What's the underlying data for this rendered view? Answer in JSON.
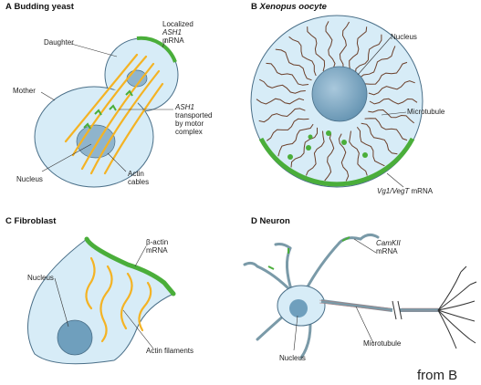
{
  "panels": {
    "a": {
      "letter": "A",
      "title": "Budding yeast",
      "labels": {
        "daughter": "Daughter",
        "localized_line1": "Localized",
        "localized_line2": "ASH1",
        "localized_line3": "mRNA",
        "mother": "Mother",
        "transport_line1": "ASH1",
        "transport_line2": "transported",
        "transport_line3": "by motor",
        "transport_line4": "complex",
        "nucleus": "Nucleus",
        "actin_line1": "Actin",
        "actin_line2": "cables"
      }
    },
    "b": {
      "letter": "B",
      "title": "Xenopus oocyte",
      "labels": {
        "nucleus": "Nucleus",
        "microtubule": "Microtubule",
        "mrna_name": "Vg1/VegT",
        "mrna_suffix": "mRNA"
      }
    },
    "c": {
      "letter": "C",
      "title": "Fibroblast",
      "labels": {
        "nucleus": "Nucleus",
        "bactin_line1": "β-actin",
        "bactin_line2": "mRNA",
        "filaments": "Actin filaments"
      }
    },
    "d": {
      "letter": "D",
      "title": "Neuron",
      "labels": {
        "camkii_line1": "CamKII",
        "camkii_line2": "mRNA",
        "microtubule": "Microtubule",
        "nucleus": "Nucleus"
      }
    }
  },
  "credit": "from B",
  "colors": {
    "cell_fill": "#d7ecf7",
    "nucleus_fill": "#6f9fbd",
    "mrna_green": "#4aae3a",
    "actin_orange": "#f4b324",
    "microtubule_brown": "#6b3f2a",
    "outline": "#4a6f88"
  }
}
